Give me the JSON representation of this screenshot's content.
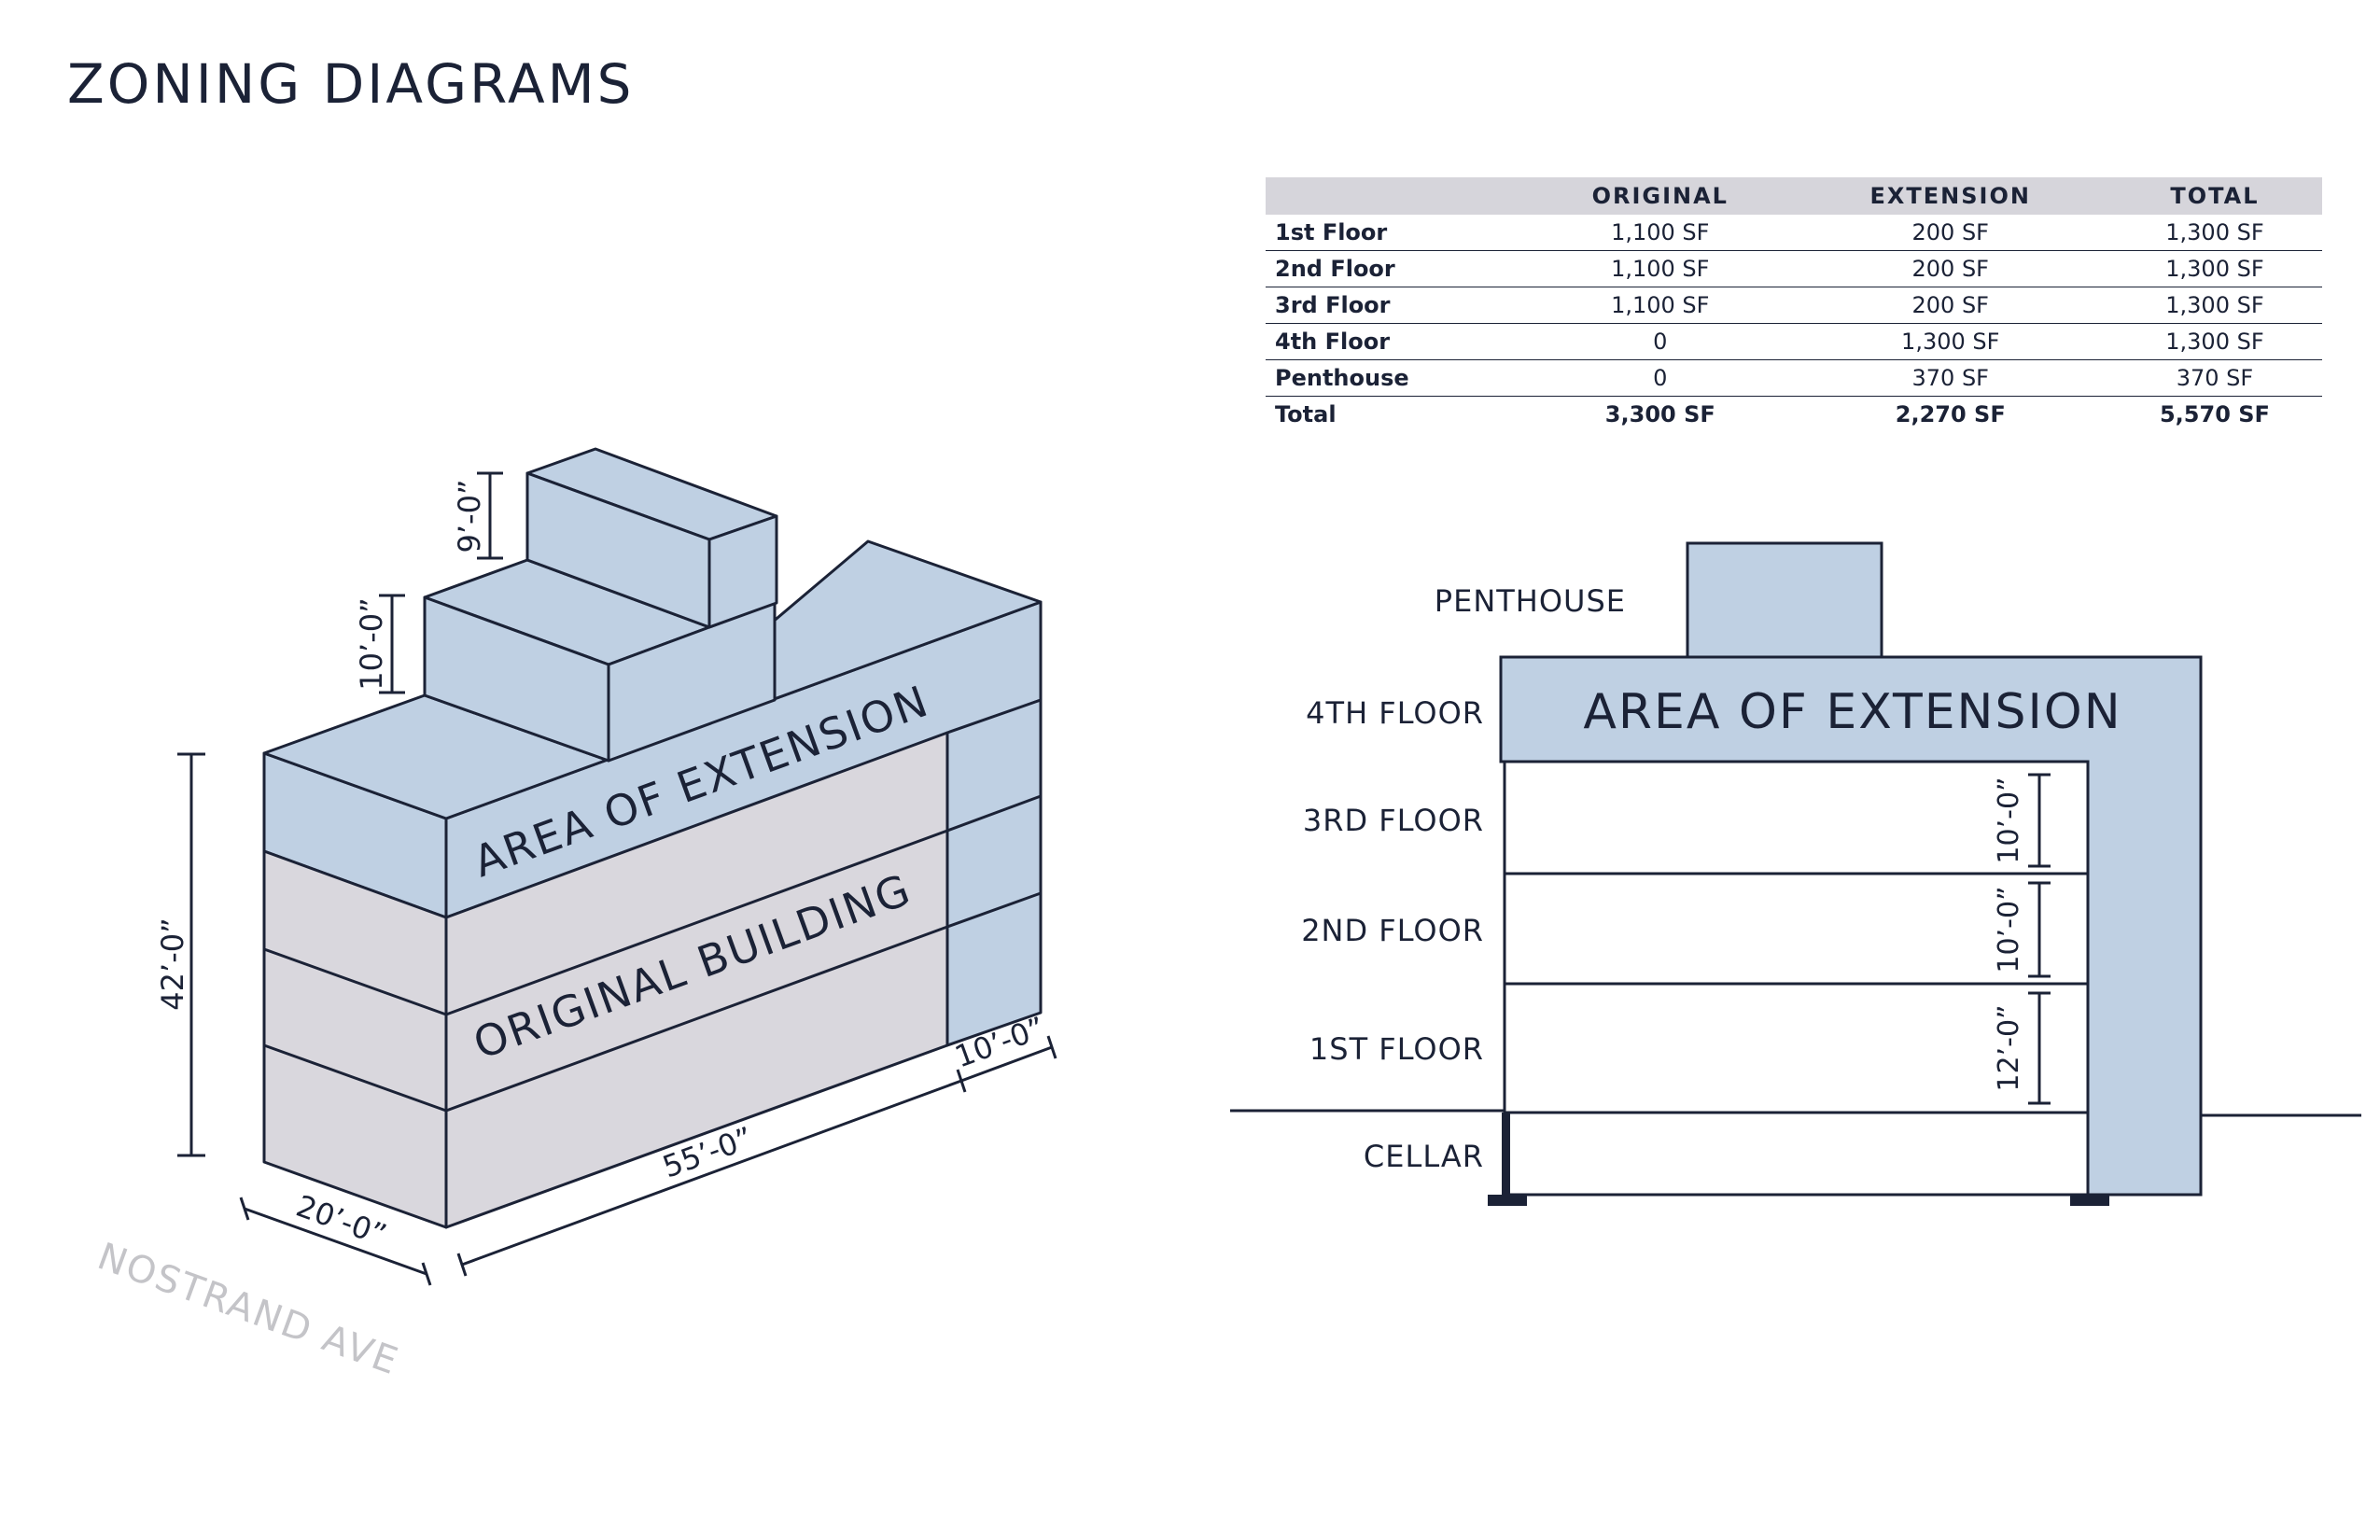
{
  "title": "ZONING DIAGRAMS",
  "table": {
    "headers": [
      "",
      "ORIGINAL",
      "EXTENSION",
      "TOTAL"
    ],
    "rows": [
      [
        "1st Floor",
        "1,100 SF",
        "200 SF",
        "1,300 SF"
      ],
      [
        "2nd Floor",
        "1,100 SF",
        "200 SF",
        "1,300 SF"
      ],
      [
        "3rd Floor",
        "1,100 SF",
        "200 SF",
        "1,300 SF"
      ],
      [
        "4th Floor",
        "0",
        "1,300 SF",
        "1,300 SF"
      ],
      [
        "Penthouse",
        "0",
        "370 SF",
        "370 SF"
      ],
      [
        "Total",
        "3,300 SF",
        "2,270 SF",
        "5,570 SF"
      ]
    ]
  },
  "iso": {
    "extension_label": "AREA OF EXTENSION",
    "original_label": "ORIGINAL BUILDING",
    "dim_penthouse": "9’-0”",
    "dim_fourth": "10’-0”",
    "dim_height": "42’-0”",
    "dim_width": "20’-0”",
    "dim_length": "55’-0”",
    "dim_rear": "10’-0”",
    "street": "NOSTRAND AVE"
  },
  "section": {
    "extension_label": "AREA OF  EXTENSION",
    "floors": {
      "penthouse": "PENTHOUSE",
      "fourth": "4TH FLOOR",
      "third": "3RD FLOOR",
      "second": "2ND FLOOR",
      "first": "1ST FLOOR",
      "cellar": "CELLAR"
    },
    "dim_third": "10’-0”",
    "dim_second": "10’-0”",
    "dim_first": "12’-0”"
  },
  "colors": {
    "navy": "#1b2236",
    "extension_blue": "#bfd0e3",
    "original_gray": "#d9d7dd",
    "street_gray": "#c4c4c8",
    "table_header": "#d6d5db"
  }
}
